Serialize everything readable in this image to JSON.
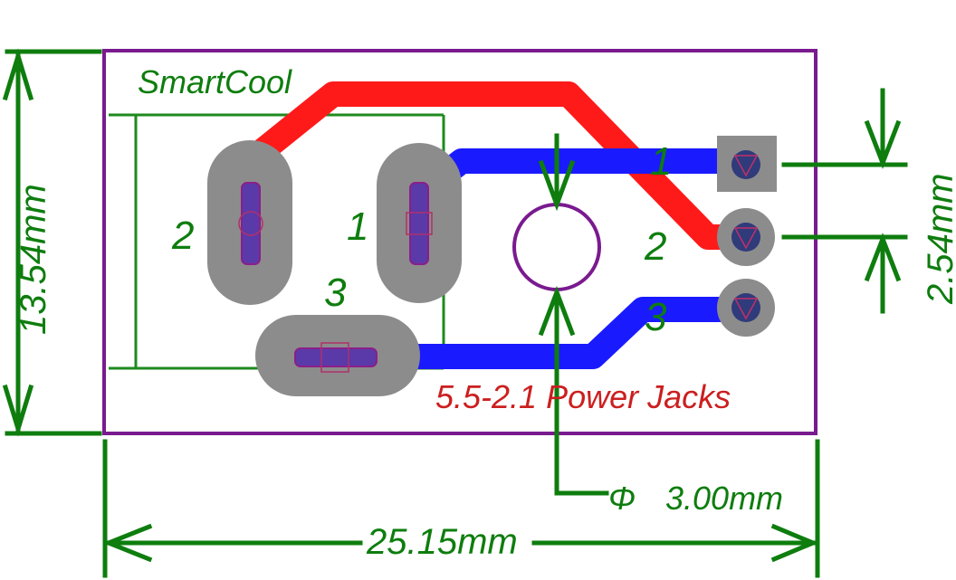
{
  "board": {
    "title": "SmartCool",
    "product_label": "5.5-2.1 Power Jacks",
    "colors": {
      "outline": "#7a1a8f",
      "silkscreen": "#1e8a1e",
      "pad": "#8c8c8c",
      "top_trace": "#ff1a1a",
      "bottom_trace": "#1a1aff",
      "text_green": "#0e7d0e",
      "text_red": "#cc1f1f",
      "via_center": "#2f3b7a"
    }
  },
  "jack_pins": {
    "pin2": "2",
    "pin1": "1",
    "pin3": "3"
  },
  "header_pins": {
    "pin1": "1",
    "pin2": "2",
    "pin3": "3"
  },
  "dimensions": {
    "height": "13.54mm",
    "width": "25.15mm",
    "pitch": "2.54mm",
    "hole_symbol": "Φ",
    "hole_value": "3.00mm"
  }
}
